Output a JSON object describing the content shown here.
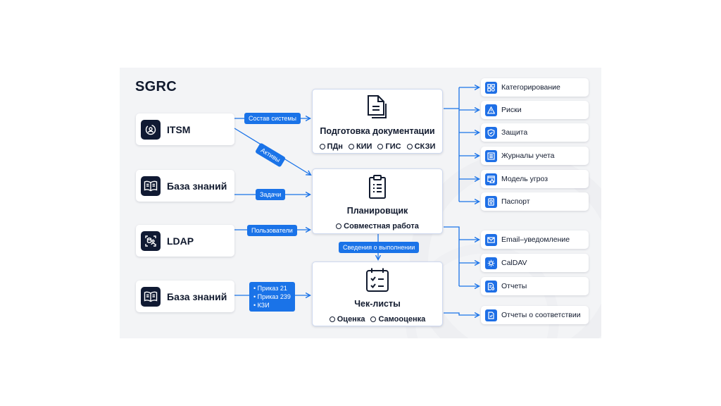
{
  "title": "SGRC",
  "colors": {
    "accent": "#1a73e8",
    "icon_dark": "#101a33",
    "panel_bg": "#f3f4f6"
  },
  "sources": [
    {
      "label": "ITSM",
      "icon": "itsm-icon"
    },
    {
      "label": "База знаний",
      "icon": "book-icon"
    },
    {
      "label": "LDAP",
      "icon": "ldap-user-icon"
    },
    {
      "label": "База знаний",
      "icon": "book-icon"
    }
  ],
  "connectors": {
    "itsm_to_docs": "Состав системы",
    "itsm_to_planner": "Активы",
    "kb_to_planner": "Задачи",
    "ldap_to_planner": "Пользователи",
    "planner_to_checklists": "Сведения о выполнении",
    "kb2_to_checklists": [
      "• Приказ 21",
      "• Приказ 239",
      "• КЗИ"
    ]
  },
  "hubs": {
    "docs": {
      "title": "Подготовка документации",
      "tags": [
        "ПДн",
        "КИИ",
        "ГИС",
        "СКЗИ"
      ],
      "icon": "document-icon"
    },
    "planner": {
      "title": "Планировщик",
      "tags": [
        "Совместная работа"
      ],
      "icon": "clipboard-icon"
    },
    "checklists": {
      "title": "Чек-листы",
      "tags": [
        "Оценка",
        "Самооценка"
      ],
      "icon": "calendar-checklist-icon"
    }
  },
  "outputs": [
    {
      "label": "Категорирование",
      "icon": "categories-icon"
    },
    {
      "label": "Риски",
      "icon": "warning-icon"
    },
    {
      "label": "Защита",
      "icon": "shield-icon"
    },
    {
      "label": "Журналы учета",
      "icon": "journal-icon"
    },
    {
      "label": "Модель угроз",
      "icon": "threat-model-icon"
    },
    {
      "label": "Паспорт",
      "icon": "passport-icon"
    },
    {
      "label": "Email–уведомление",
      "icon": "email-icon"
    },
    {
      "label": "CalDAV",
      "icon": "caldav-icon"
    },
    {
      "label": "Отчеты",
      "icon": "reports-icon"
    },
    {
      "label": "Отчеты о соответствии",
      "icon": "compliance-report-icon"
    }
  ]
}
